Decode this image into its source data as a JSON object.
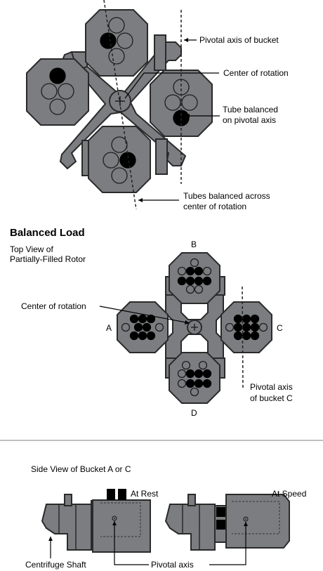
{
  "top_rotor": {
    "labels": {
      "pivot_axis": "Pivotal axis of bucket",
      "center": "Center of rotation",
      "tube_balanced_line1": "Tube balanced",
      "tube_balanced_line2": "on pivotal axis",
      "tubes_across_line1": "Tubes balanced across",
      "tubes_across_line2": "center of rotation"
    }
  },
  "balanced_load": {
    "title": "Balanced Load",
    "subtitle_line1": "Top View of",
    "subtitle_line2": "Partially-Filled Rotor",
    "center_label": "Center of rotation",
    "pivot_line1": "Pivotal axis",
    "pivot_line2": "of bucket C",
    "bucket_labels": {
      "a": "A",
      "b": "B",
      "c": "C",
      "d": "D"
    }
  },
  "side_view": {
    "title": "Side View of Bucket A or C",
    "at_rest": "At Rest",
    "at_speed": "At Speed",
    "shaft": "Centrifuge Shaft",
    "pivot_axis": "Pivotal axis"
  },
  "colors": {
    "rotor_fill": "#7b7d80",
    "outline": "#2a2a2a",
    "filled_tube": "#000000",
    "divider": "#999999"
  }
}
